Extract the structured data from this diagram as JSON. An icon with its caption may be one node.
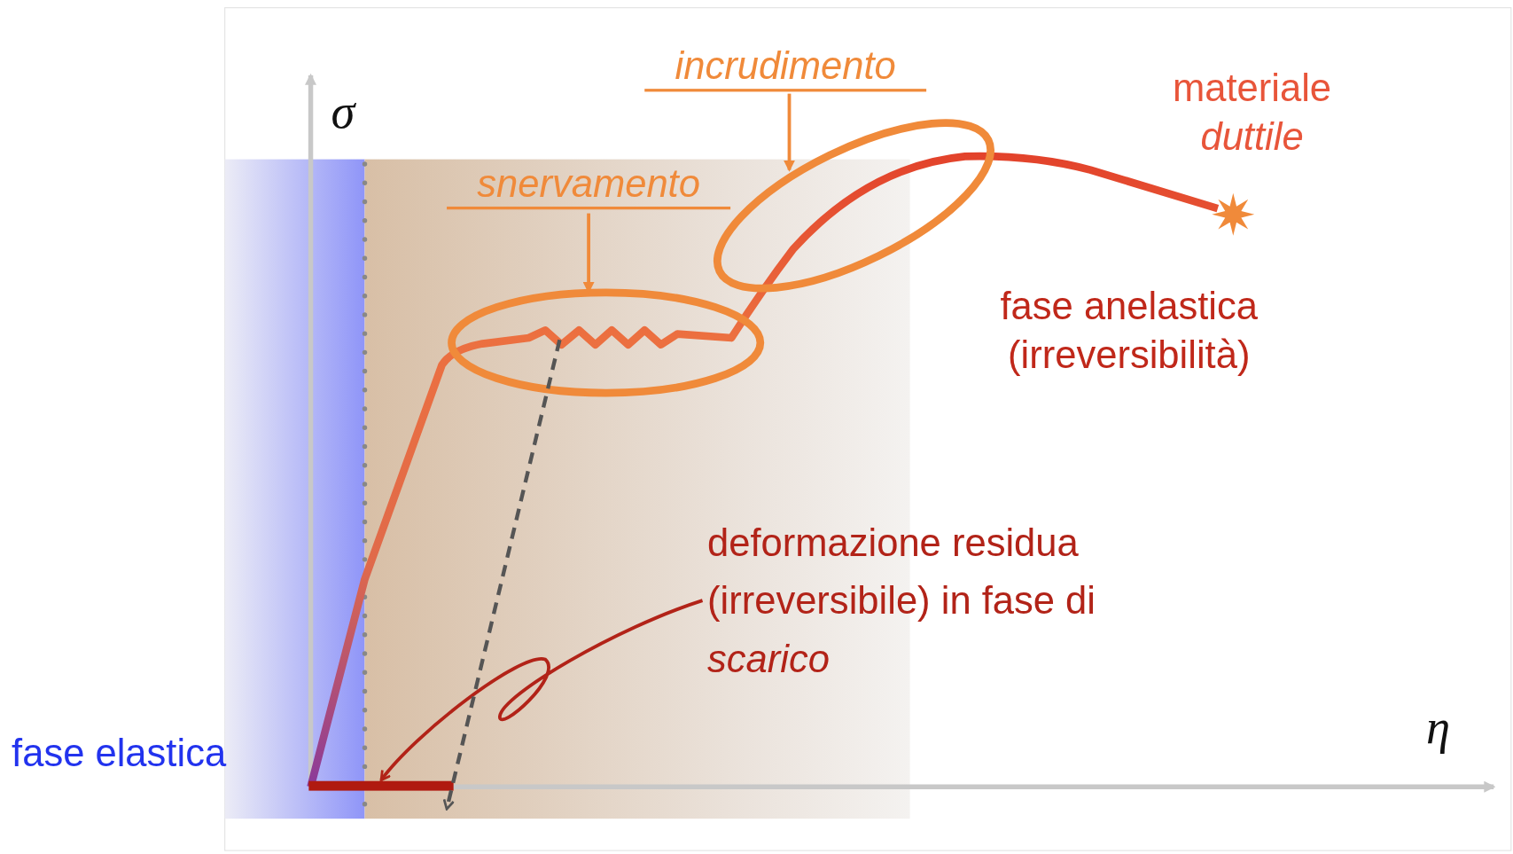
{
  "diagram": {
    "nodes": [
      {
        "text": [
          "snervamento"
        ]
      },
      {
        "text": [],
        "shape": "ellipse"
      },
      {
        "text": [
          "incrudimento"
        ]
      },
      {
        "text": [],
        "shape": "ellipse"
      },
      {
        "text": [
          "deformazione residua (irreversibile) in fase di *scarico*"
        ]
      },
      {
        "text": [],
        "shape": "bar"
      }
    ],
    "edges": [
      {
        "from": 0,
        "to": 1,
        "arrow": "to"
      },
      {
        "from": 2,
        "to": 3,
        "arrow": "to"
      },
      {
        "from": 4,
        "to": 5,
        "arrow": "to",
        "color": "#b22318"
      },
      {
        "from": 1,
        "to": 5,
        "arrow": "to",
        "style": "dashed",
        "color": "#555555"
      }
    ],
    "labels": [
      "σ",
      "materiale *duttile*",
      "fase anelastica (irreversibilità)",
      "fase elastica",
      "η"
    ]
  }
}
